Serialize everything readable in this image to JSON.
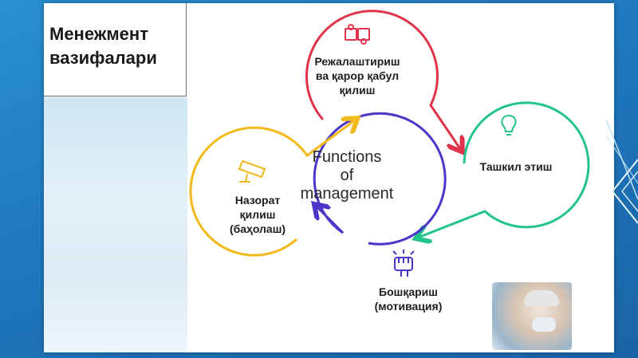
{
  "title": [
    "Менежмент",
    "вазифалари"
  ],
  "center_label": [
    "Functions",
    "of",
    "management"
  ],
  "nodes": {
    "planning": {
      "label": [
        "Режалаштириш",
        "ва қарор қабул",
        "қилиш"
      ],
      "icon": "puzzle-icon",
      "color": "#e0334a"
    },
    "organizing": {
      "label": [
        "Ташкил этиш"
      ],
      "icon": "lightbulb-icon",
      "color": "#22c48a"
    },
    "leading": {
      "label": [
        "Бошқариш",
        "(мотивация)"
      ],
      "icon": "raised-fist-icon",
      "color": "#4b36c9"
    },
    "controlling": {
      "label": [
        "Назорат",
        "қилиш",
        "(баҳолаш)"
      ],
      "icon": "security-camera-icon",
      "color": "#f2b91a"
    }
  },
  "colors": {
    "background": "#2a8fd0",
    "slide": "#ffffff"
  }
}
